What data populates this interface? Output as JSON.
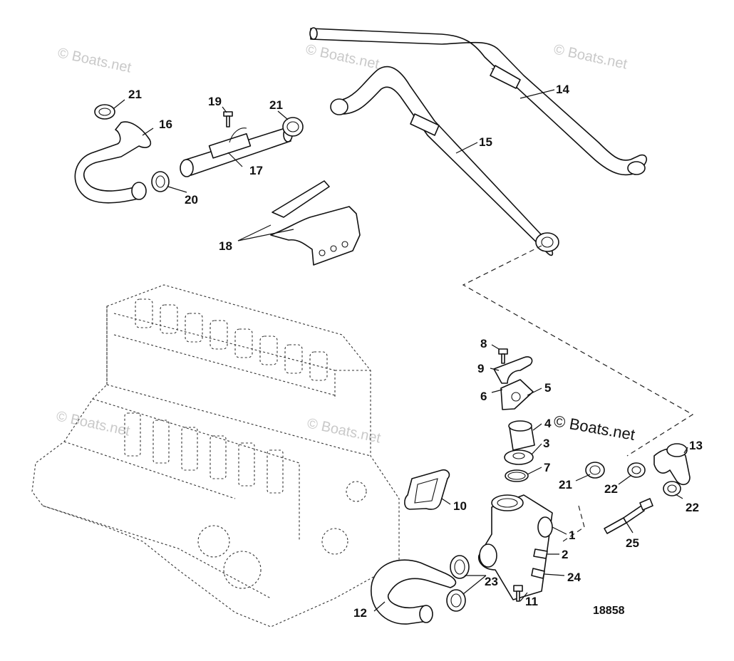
{
  "figure_number": "18858",
  "watermark_text": "© Boats.net",
  "callouts": {
    "c1": "1",
    "c2": "2",
    "c3": "3",
    "c4": "4",
    "c5": "5",
    "c6": "6",
    "c7": "7",
    "c8": "8",
    "c9": "9",
    "c10": "10",
    "c11": "11",
    "c12": "12",
    "c13": "13",
    "c14": "14",
    "c15": "15",
    "c16": "16",
    "c17": "17",
    "c18": "18",
    "c19": "19",
    "c20": "20",
    "c21a": "21",
    "c21b": "21",
    "c21c": "21",
    "c22a": "22",
    "c22b": "22",
    "c23": "23",
    "c24": "24",
    "c25": "25"
  }
}
